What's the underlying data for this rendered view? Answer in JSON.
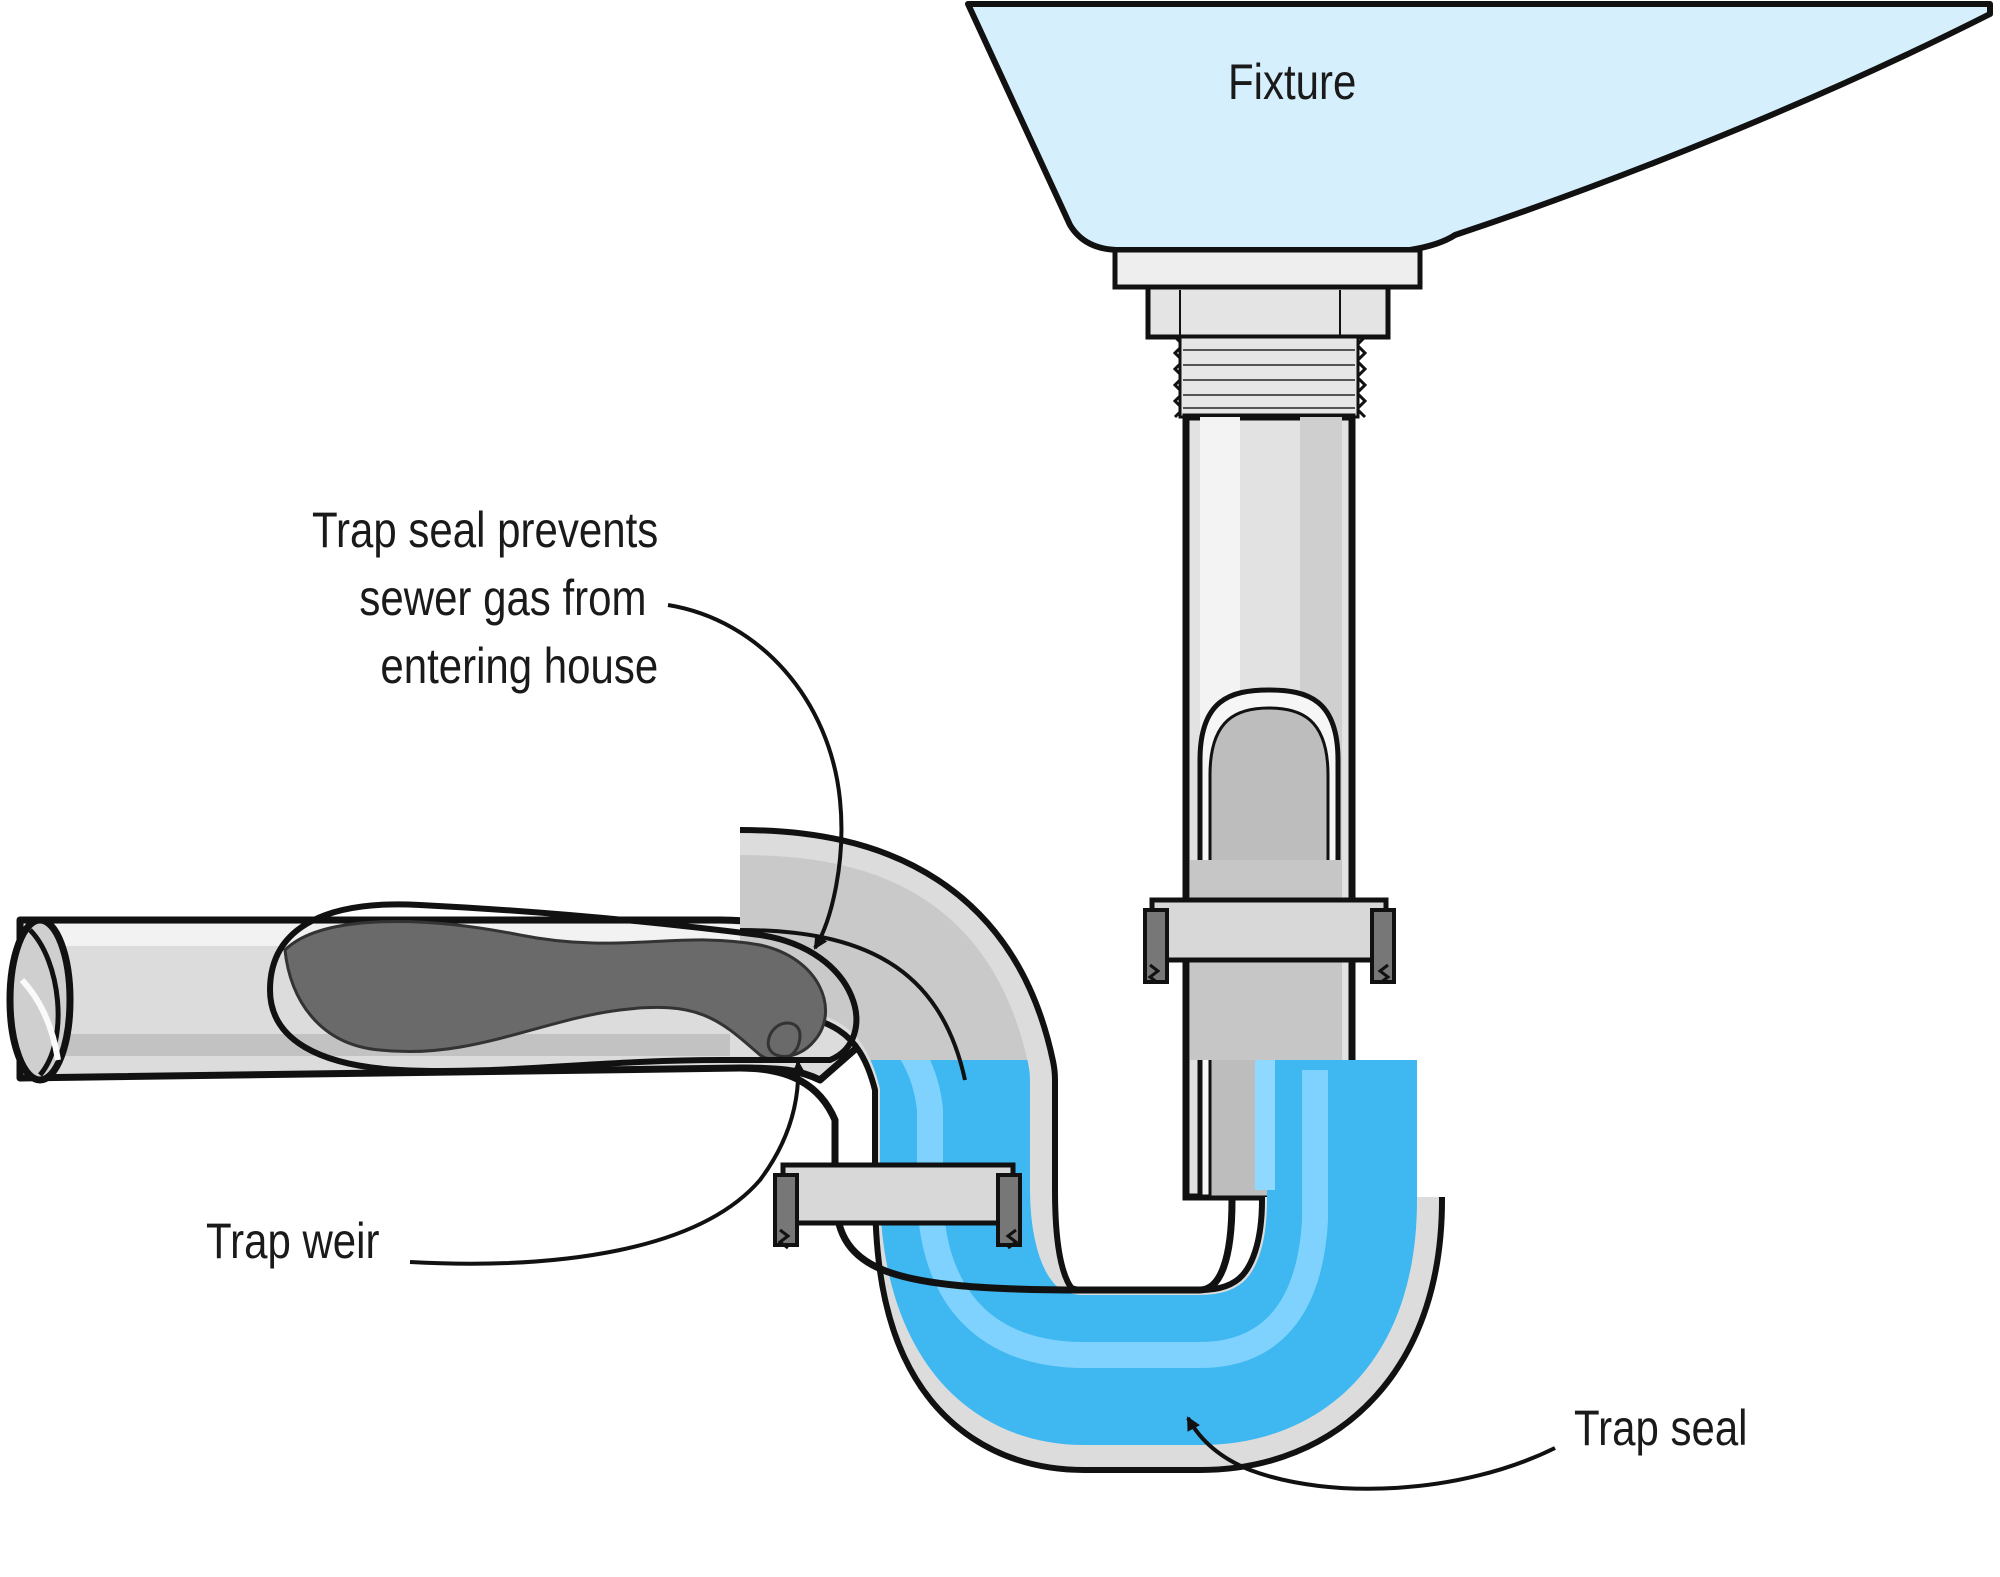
{
  "labels": {
    "fixture": "Fixture",
    "trap_seal_note": [
      "Trap seal prevents",
      "sewer gas from",
      "entering house"
    ],
    "trap_weir": "Trap weir",
    "trap_seal": "Trap seal"
  },
  "colors": {
    "fixture_fill": "#d6effc",
    "water": "#3fb8f2",
    "water_highlight": "#8fd8ff",
    "pipe_light": "#ededed",
    "pipe_mid": "#c8c8c8",
    "pipe_dark": "#a9a9a9",
    "sewer_gas": "#666666",
    "outline": "#111111"
  },
  "icons": [
    "arrow-icon"
  ]
}
